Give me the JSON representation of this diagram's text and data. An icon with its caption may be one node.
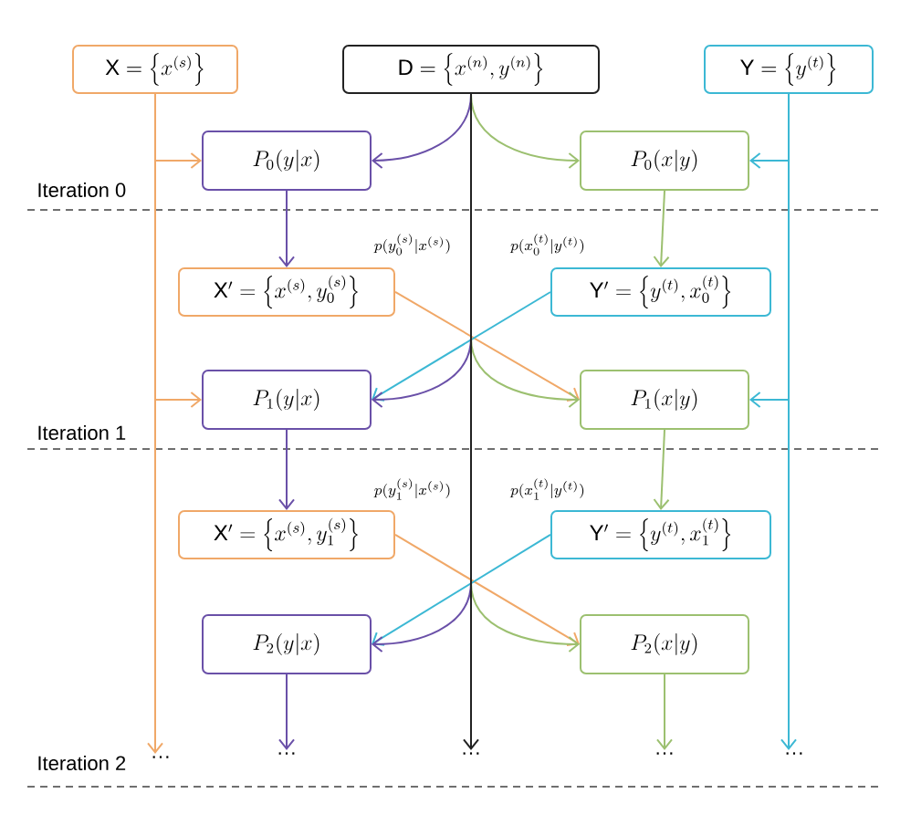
{
  "diagram": {
    "nodes": [
      {
        "text": [
          "\\mathrm{X} = \\left\\{x^{(s)}\\right\\}"
        ]
      },
      {
        "text": [
          "\\mathrm{D} = \\left\\{x^{(n)}, y^{(n)}\\right\\}"
        ]
      },
      {
        "text": [
          "\\mathrm{Y} = \\left\\{y^{(t)}\\right\\}"
        ]
      },
      {
        "text": [
          "P_0(y|x)"
        ]
      },
      {
        "text": [
          "P_0(x|y)"
        ]
      },
      {
        "text": [
          "\\mathrm{X}' = \\left\\{x^{(s)}, y_0^{(s)}\\right\\}"
        ]
      },
      {
        "text": [
          "\\mathrm{Y}' = \\left\\{y^{(t)}, x_0^{(t)}\\right\\}"
        ]
      },
      {
        "text": [
          "P_1(y|x)"
        ]
      },
      {
        "text": [
          "P_1(x|y)"
        ]
      },
      {
        "text": [
          "\\mathrm{X}' = \\left\\{x^{(s)}, y_1^{(s)}\\right\\}"
        ]
      },
      {
        "text": [
          "\\mathrm{Y}' = \\left\\{y^{(t)}, x_1^{(t)}\\right\\}"
        ]
      },
      {
        "text": [
          "P_2(y|x)"
        ]
      },
      {
        "text": [
          "P_2(x|y)"
        ]
      },
      {
        "text": [
          "···"
        ]
      },
      {
        "text": [
          "···"
        ]
      },
      {
        "text": [
          "···"
        ]
      },
      {
        "text": [
          "···"
        ]
      },
      {
        "text": [
          "···"
        ]
      }
    ],
    "edges": [
      {
        "from": 0,
        "to": 3,
        "arrow": "to",
        "color": "#f0a868"
      },
      {
        "from": 0,
        "to": 7,
        "arrow": "to",
        "color": "#f0a868"
      },
      {
        "from": 0,
        "to": 13,
        "arrow": "to",
        "color": "#f0a868"
      },
      {
        "from": 1,
        "to": 3,
        "arrow": "to",
        "color": "#6a50a8"
      },
      {
        "from": 1,
        "to": 4,
        "arrow": "to",
        "color": "#9cc070"
      },
      {
        "from": 1,
        "to": 15,
        "arrow": "to",
        "color": "#222222"
      },
      {
        "from": 2,
        "to": 4,
        "arrow": "to",
        "color": "#3cb8d4"
      },
      {
        "from": 2,
        "to": 8,
        "arrow": "to",
        "color": "#3cb8d4"
      },
      {
        "from": 2,
        "to": 17,
        "arrow": "to",
        "color": "#3cb8d4"
      },
      {
        "from": 3,
        "to": 5,
        "arrow": "to",
        "color": "#6a50a8"
      },
      {
        "from": 4,
        "to": 6,
        "arrow": "to",
        "color": "#9cc070"
      },
      {
        "from": 5,
        "to": 8,
        "arrow": "to",
        "color": "#f0a868"
      },
      {
        "from": 6,
        "to": 7,
        "arrow": "to",
        "color": "#3cb8d4"
      },
      {
        "from": 1,
        "to": 7,
        "arrow": "to",
        "color": "#6a50a8"
      },
      {
        "from": 1,
        "to": 8,
        "arrow": "to",
        "color": "#9cc070"
      },
      {
        "from": 7,
        "to": 9,
        "arrow": "to",
        "color": "#6a50a8"
      },
      {
        "from": 8,
        "to": 10,
        "arrow": "to",
        "color": "#9cc070"
      },
      {
        "from": 9,
        "to": 12,
        "arrow": "to",
        "color": "#f0a868"
      },
      {
        "from": 10,
        "to": 11,
        "arrow": "to",
        "color": "#3cb8d4"
      },
      {
        "from": 1,
        "to": 11,
        "arrow": "to",
        "color": "#6a50a8"
      },
      {
        "from": 1,
        "to": 12,
        "arrow": "to",
        "color": "#9cc070"
      },
      {
        "from": 11,
        "to": 14,
        "arrow": "to",
        "color": "#6a50a8"
      },
      {
        "from": 12,
        "to": 16,
        "arrow": "to",
        "color": "#9cc070"
      }
    ],
    "labels": [
      "Iteration 0",
      "p(y_0^{(s)}|x^{(s)})",
      "p(x_0^{(t)}|y^{(t)})",
      "Iteration 1",
      "p(y_1^{(s)}|x^{(s)})",
      "p(x_1^{(t)}|y^{(t)})",
      "Iteration 2"
    ]
  }
}
